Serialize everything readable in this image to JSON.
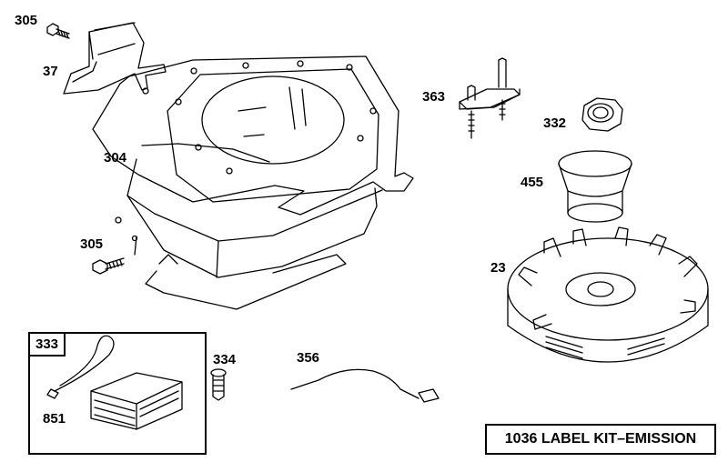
{
  "callouts": {
    "p305_top": "305",
    "p37": "37",
    "p304": "304",
    "p305_left": "305",
    "p363": "363",
    "p332": "332",
    "p455": "455",
    "p23": "23",
    "p333": "333",
    "p851": "851",
    "p334": "334",
    "p356": "356"
  },
  "label_kit": {
    "number": "1036",
    "text": "LABEL KIT–EMISSION"
  }
}
